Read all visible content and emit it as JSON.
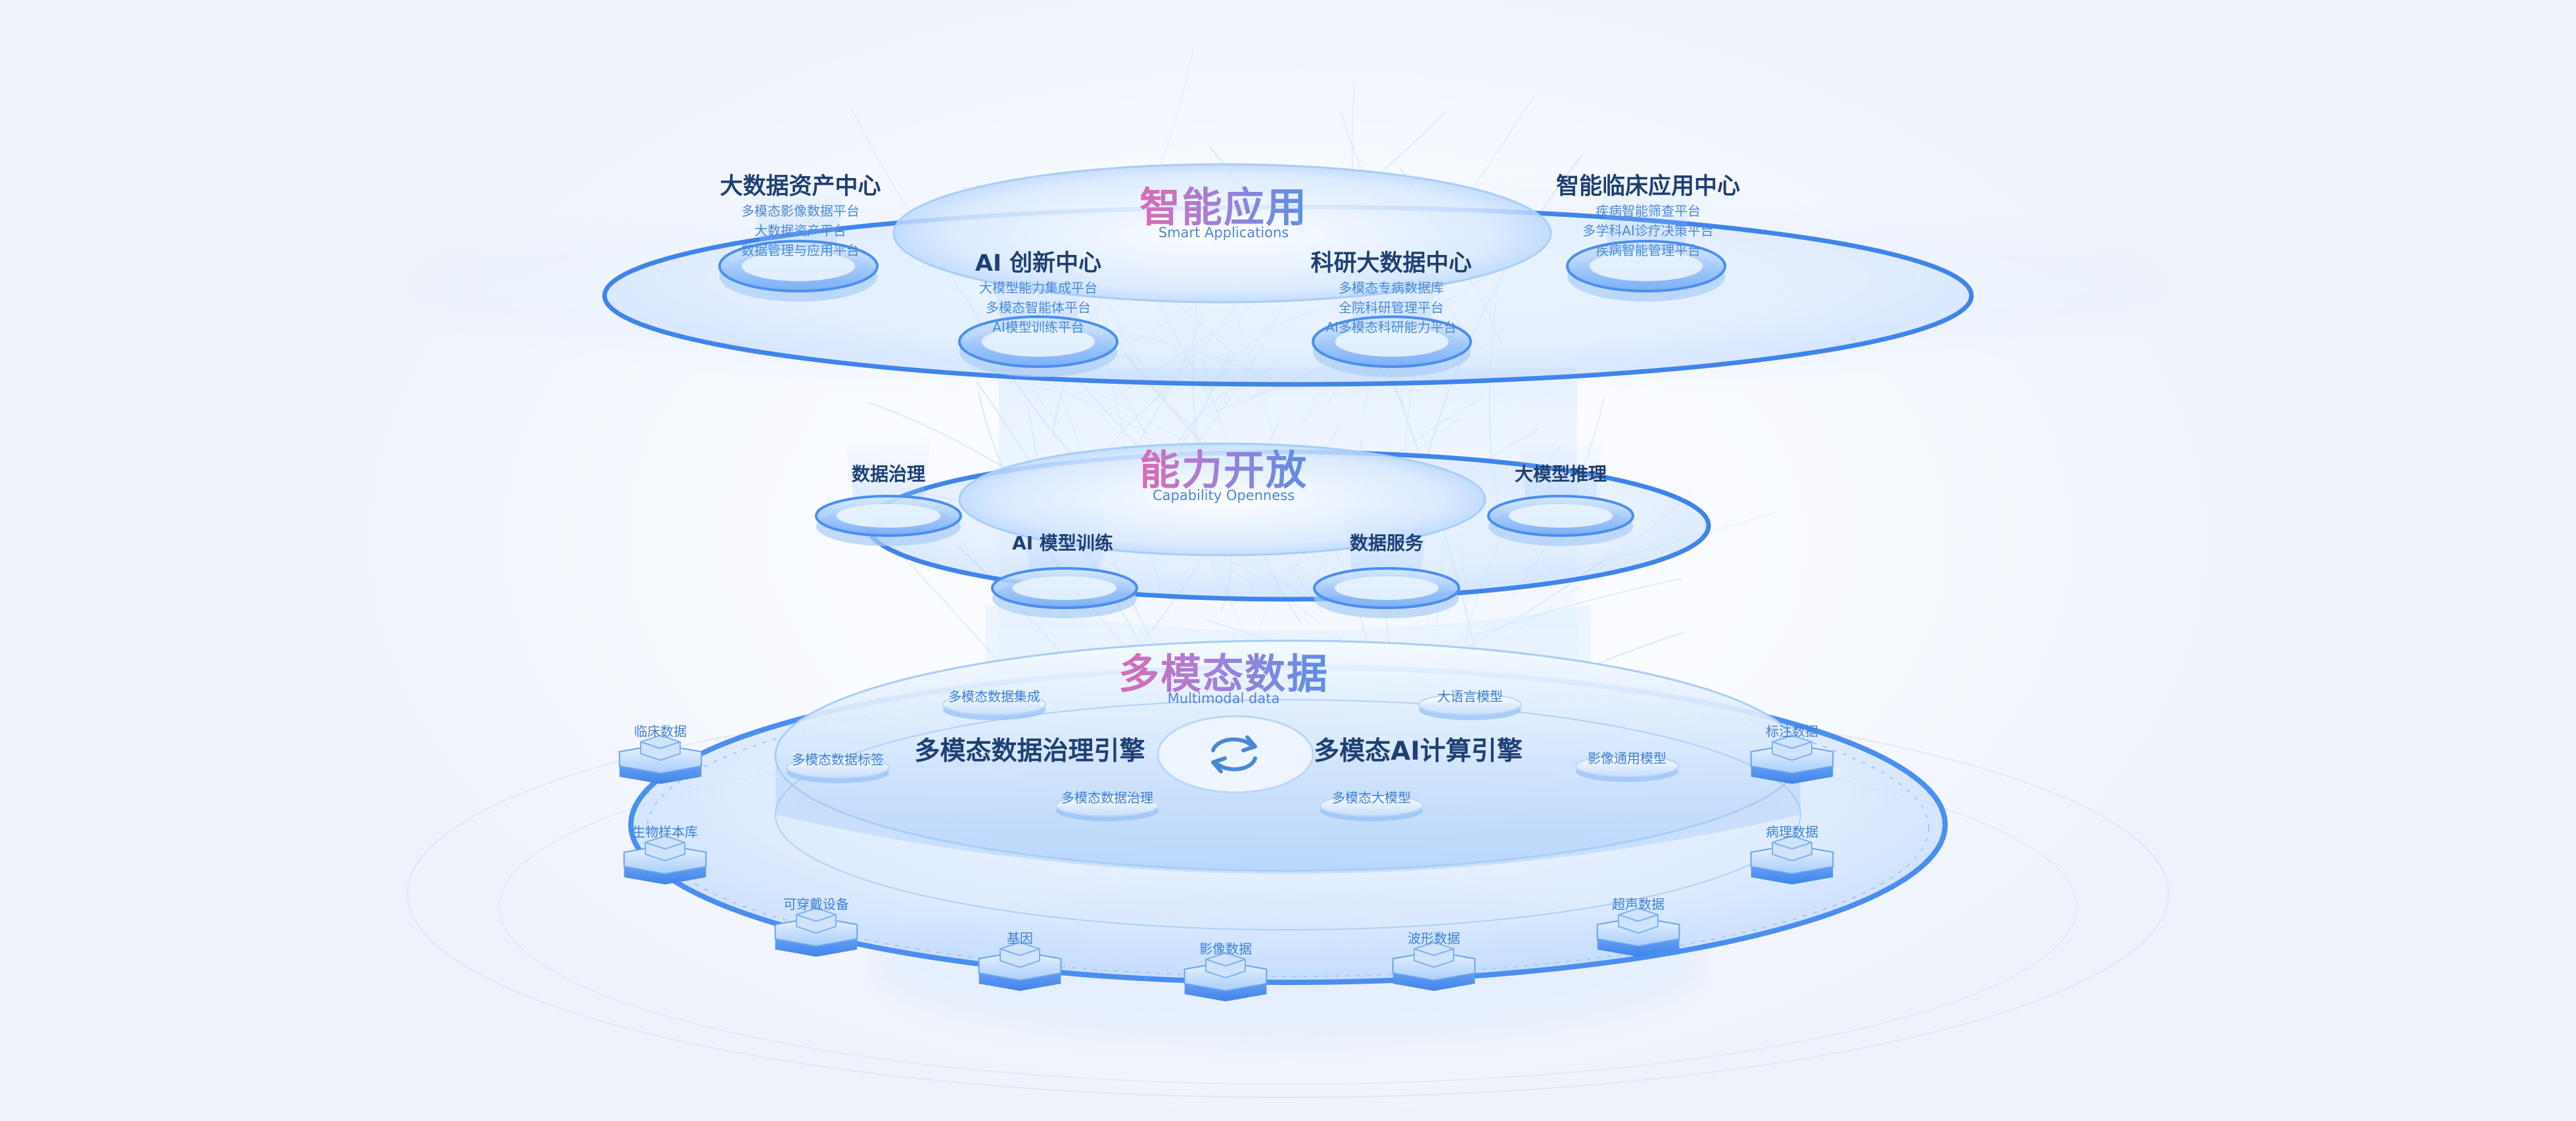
{
  "layers": {
    "top": {
      "title": "智能应用",
      "subtitle": "Smart Applications"
    },
    "middle": {
      "title": "能力开放",
      "subtitle": "Capability Openness"
    },
    "bottom": {
      "title": "多模态数据",
      "subtitle": "Multimodal data"
    }
  },
  "application_centers": [
    {
      "title": "大数据资产中心",
      "items": [
        "多模态影像数据平台",
        "大数据资产平台",
        "数据管理与应用平台"
      ]
    },
    {
      "title": "AI 创新中心",
      "items": [
        "大模型能力集成平台",
        "多模态智能体平台",
        "AI模型训练平台"
      ]
    },
    {
      "title": "科研大数据中心",
      "items": [
        "多模态专病数据库",
        "全院科研管理平台",
        "AI多模态科研能力平台"
      ]
    },
    {
      "title": "智能临床应用中心",
      "items": [
        "疾病智能筛查平台",
        "多学科AI诊疗决策平台",
        "疾病智能管理平台"
      ]
    }
  ],
  "capabilities": [
    "数据治理",
    "AI 模型训练",
    "数据服务",
    "大模型推理"
  ],
  "engines": {
    "left": "多模态数据治理引擎",
    "right": "多模态AI计算引擎",
    "left_items": [
      "多模态数据集成",
      "多模态数据标签",
      "多模态数据治理"
    ],
    "right_items": [
      "大语言模型",
      "影像通用模型",
      "多模态大模型"
    ],
    "exchange_icon": "exchange-arrows-icon"
  },
  "data_sources": [
    "临床数据",
    "生物样本库",
    "可穿戴设备",
    "基因",
    "影像数据",
    "波形数据",
    "超声数据",
    "病理数据",
    "标注数据"
  ],
  "colors": {
    "primary_blue": "#3f7fd2",
    "dark_navy": "#1f3f73",
    "title_pink": "#d96bb4",
    "title_blue": "#5b8fe3",
    "ring_blue": "#4a8ef0"
  }
}
